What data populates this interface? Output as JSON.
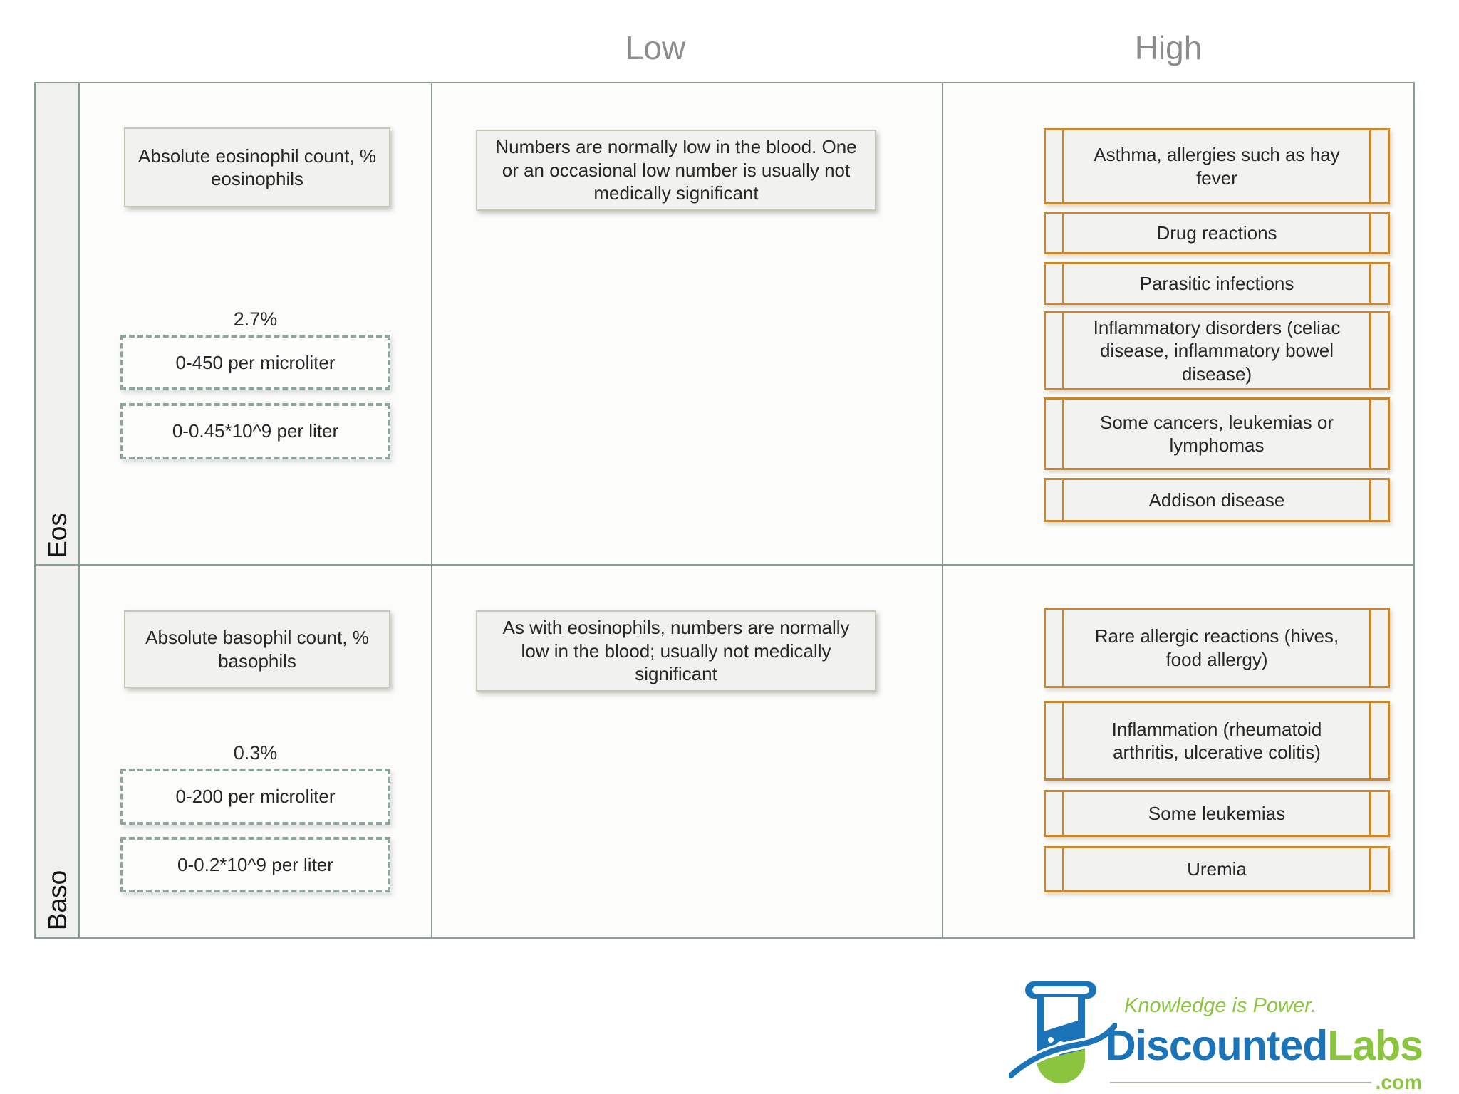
{
  "header": {
    "low_label": "Low",
    "high_label": "High"
  },
  "rows": [
    {
      "label": "Eos",
      "measure": {
        "title": "Absolute eosinophil count, %\neosinophils",
        "percent": "2.7%",
        "range_microliter": "0-450 per microliter",
        "range_liter": "0-0.45*10^9 per liter"
      },
      "low_note": "Numbers are normally low in the blood. One\nor an occasional low number is usually not\nmedically significant",
      "high_causes": [
        "Asthma, allergies such as hay\nfever",
        "Drug reactions",
        "Parasitic infections",
        "Inflammatory disorders (celiac\ndisease, inflammatory bowel\ndisease)",
        "Some cancers, leukemias or\nlymphomas",
        "Addison disease"
      ]
    },
    {
      "label": "Baso",
      "measure": {
        "title": "Absolute basophil count, %\nbasophils",
        "percent": "0.3%",
        "range_microliter": "0-200 per microliter",
        "range_liter": "0-0.2*10^9 per liter"
      },
      "low_note": "As with eosinophils, numbers are normally\nlow in the blood; usually not medically\nsignificant",
      "high_causes": [
        "Rare allergic reactions (hives,\nfood allergy)",
        "Inflammation (rheumatoid\narthritis, ulcerative colitis)",
        "Some leukemias",
        "Uremia"
      ]
    }
  ],
  "logo": {
    "tagline": "Knowledge is Power.",
    "brand_part1": "Discounted",
    "brand_part2": "Labs",
    "domain": ".com"
  },
  "colors": {
    "orange": "#c8862f",
    "teal": "#8ca69d",
    "grid": "#8b9c95",
    "hdr": "#8c8c8c",
    "blue": "#1b73b8",
    "green": "#8bc53f"
  }
}
